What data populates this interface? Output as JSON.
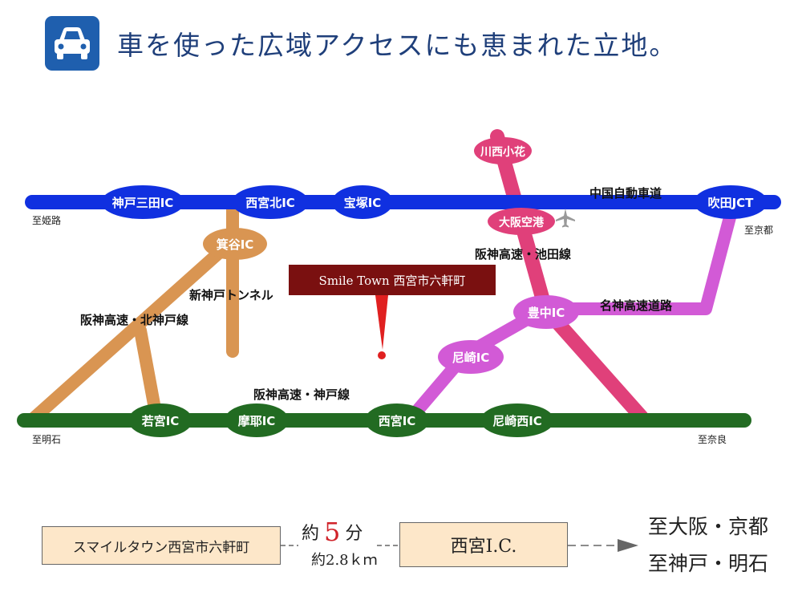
{
  "header": {
    "title": "車を使った広域アクセスにも恵まれた立地。",
    "icon": "car-icon"
  },
  "roads": {
    "chugoku": {
      "name": "中国自動車道",
      "color": "#1030e0"
    },
    "kitakobe": {
      "name": "阪神高速・北神戸線",
      "color": "#d99552"
    },
    "shinkobe_tunnel": {
      "name": "新神戸トンネル",
      "color": "#d99552"
    },
    "kobe": {
      "name": "阪神高速・神戸線",
      "color": "#226b22"
    },
    "ikeda": {
      "name": "阪神高速・池田線",
      "color": "#e0407a"
    },
    "meishin": {
      "name": "名神高速道路",
      "color": "#d25ad6"
    }
  },
  "interchanges": {
    "kobe_sanda": "神戸三田IC",
    "nishinomiya_kita": "西宮北IC",
    "takarazuka": "宝塚IC",
    "suita_jct": "吹田JCT",
    "minoo": "箕谷IC",
    "kawanishi_obana": "川西小花",
    "osaka_airport": "大阪空港",
    "toyonaka": "豊中IC",
    "amagasaki": "尼崎IC",
    "wakamiya": "若宮IC",
    "maya": "摩耶IC",
    "nishinomiya": "西宮IC",
    "amagasaki_nishi": "尼崎西IC"
  },
  "directions": {
    "himeji": "至姫路",
    "kyoto": "至京都",
    "akashi": "至明石",
    "nara": "至奈良"
  },
  "location": {
    "label": "Smile Town 西宮市六軒町",
    "color": "#7a1010",
    "pin_color": "#e02020"
  },
  "access": {
    "start": "スマイルタウン西宮市六軒町",
    "time_prefix": "約",
    "time_value": "5",
    "time_unit": "分",
    "distance": "約2.8ｋｍ",
    "destination_ic": "西宮I.C.",
    "dest_1": "至大阪・京都",
    "dest_2": "至神戸・明石"
  }
}
